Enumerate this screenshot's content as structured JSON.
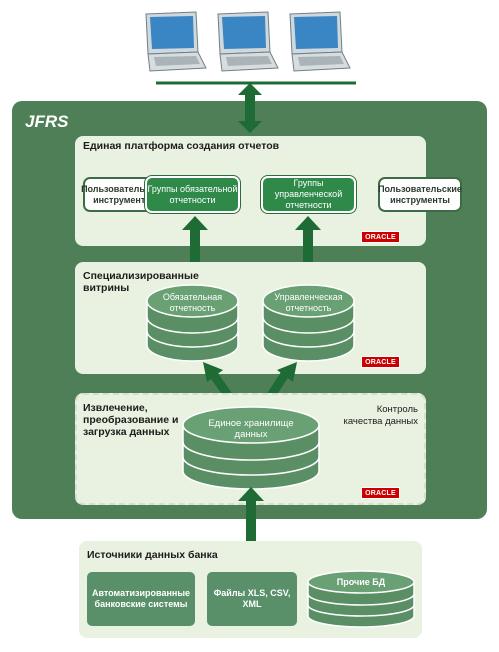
{
  "jfrs": {
    "title": "JFRS"
  },
  "platform": {
    "title": "Единая платформа создания отчетов",
    "user_tools_left": "Пользовательские инструменты",
    "group_mandatory": "Группы обязательной отчетности",
    "group_management": "Группы управленческой отчетности",
    "user_tools_right": "Пользовательские инструменты",
    "vendor": "ORACLE"
  },
  "marts": {
    "title": "Специализированные витрины",
    "db_mandatory": "Обязательная отчетность",
    "db_management": "Управленческая отчетность",
    "vendor": "ORACLE"
  },
  "etl": {
    "title": "Извлечение, преобразование и загрузка данных",
    "quality": "Контроль качества данных",
    "warehouse": "Единое хранилище данных",
    "vendor": "ORACLE"
  },
  "sources": {
    "title": "Источники данных банка",
    "automated": "Автоматизированные банковские системы",
    "files": "Файлы XLS, CSV, XML",
    "other_db": "Прочие БД"
  },
  "colors": {
    "panel": "#4f7f57",
    "section": "#e9f1e1",
    "arrow": "#1f6b35",
    "oracle_red": "#cc0000"
  },
  "icons": [
    "laptop-icon",
    "laptop-icon",
    "laptop-icon"
  ]
}
